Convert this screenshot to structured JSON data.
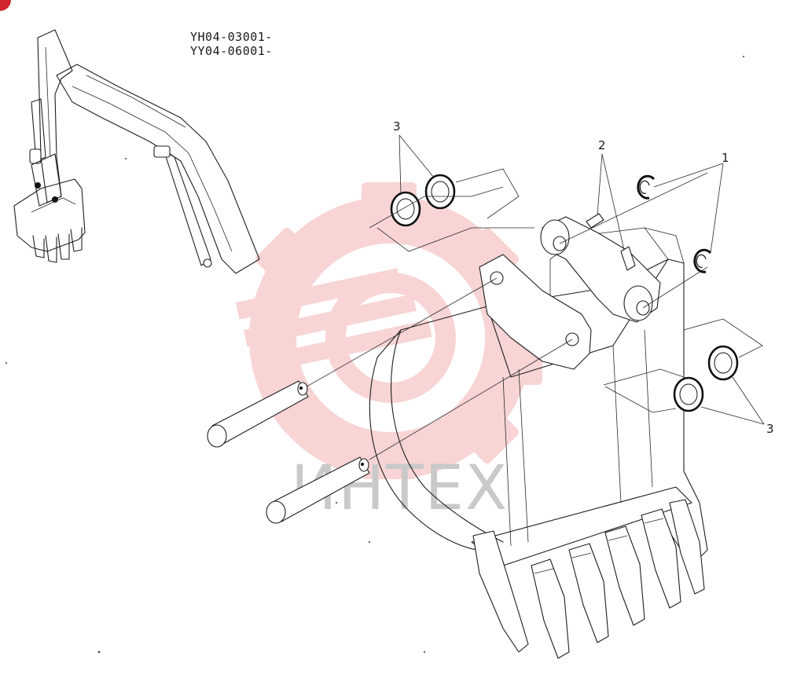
{
  "serials": [
    "YH04-03001-",
    "YY04-06001-"
  ],
  "callouts": {
    "one": "1",
    "two": "2",
    "three_top": "3",
    "three_right": "3"
  },
  "watermark": {
    "text": "ИНТЕХ",
    "color": "#f0a0a0"
  },
  "corner_badge_color": "#d0262c"
}
